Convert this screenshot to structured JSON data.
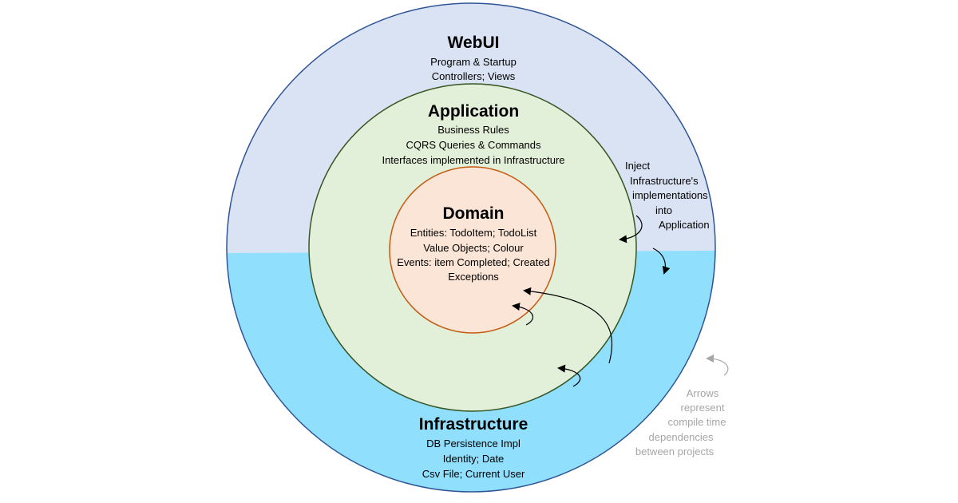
{
  "colors": {
    "webui_fill": "#dae3f3",
    "infrastructure_fill": "#8fdffd",
    "outer_ring_stroke": "#2f5597",
    "application_fill": "#e2efd9",
    "application_stroke": "#375623",
    "domain_fill": "#fbe5d6",
    "domain_stroke": "#c55a11",
    "arrow": "#000000",
    "legend_text": "#a6a6a6"
  },
  "webui": {
    "title": "WebUI",
    "lines": [
      "Program & Startup",
      "Controllers; Views"
    ]
  },
  "application": {
    "title": "Application",
    "lines": [
      "Business Rules",
      "CQRS Queries & Commands",
      "Interfaces implemented in Infrastructure"
    ]
  },
  "domain": {
    "title": "Domain",
    "lines": [
      "Entities: TodoItem; TodoList",
      "Value Objects; Colour",
      "Events: item Completed; Created",
      "Exceptions"
    ]
  },
  "infrastructure": {
    "title": "Infrastructure",
    "lines": [
      "DB Persistence Impl",
      "Identity; Date",
      "Csv File; Current User"
    ]
  },
  "inject_note": {
    "lines": [
      "Inject",
      "Infrastructure's",
      "implementations",
      "into",
      "Application"
    ]
  },
  "legend": {
    "icon": "curved-arrow-icon",
    "lines": [
      "Arrows",
      "represent",
      "compile time",
      "dependencies",
      "between projects"
    ]
  }
}
